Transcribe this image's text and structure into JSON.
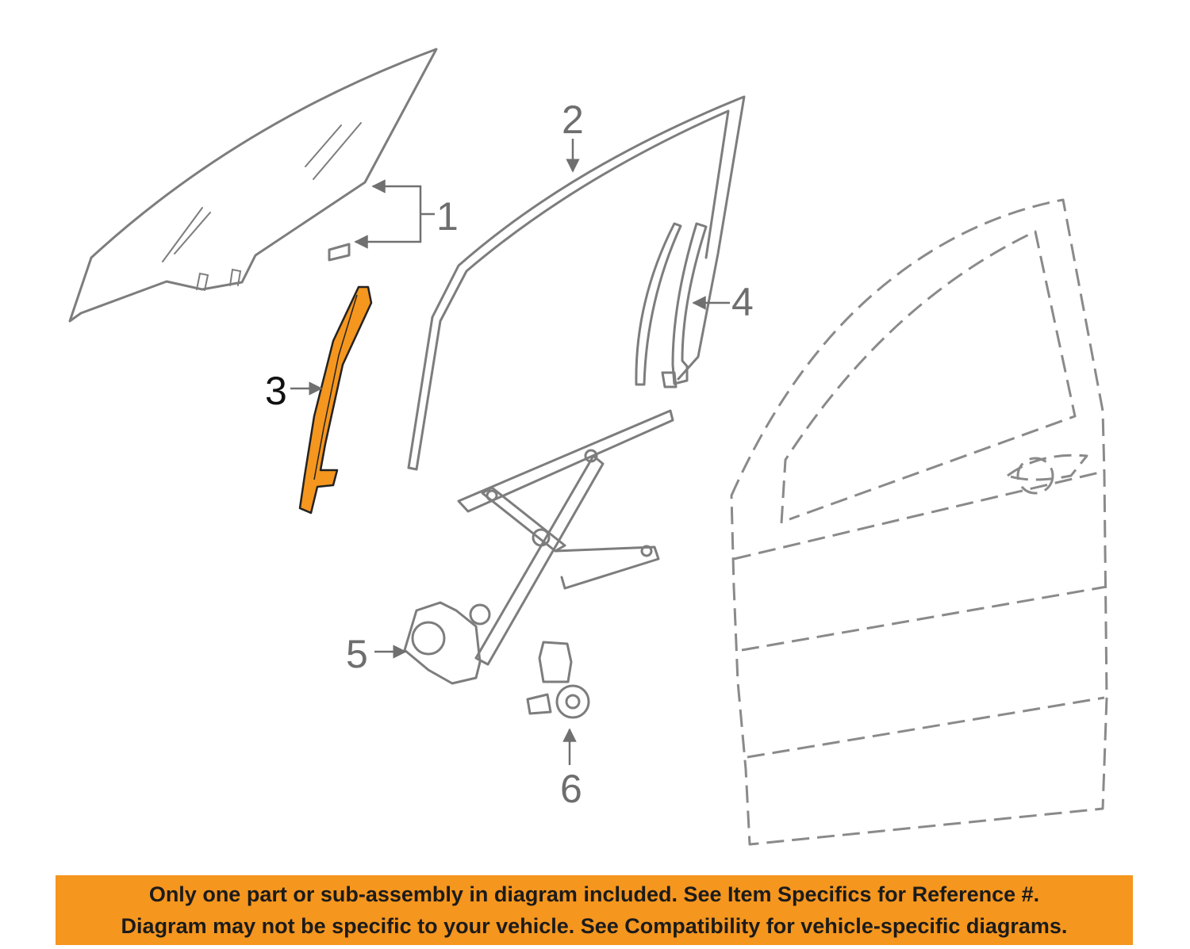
{
  "diagram": {
    "callouts": [
      {
        "id": "1",
        "label": "1"
      },
      {
        "id": "2",
        "label": "2"
      },
      {
        "id": "3",
        "label": "3"
      },
      {
        "id": "4",
        "label": "4"
      },
      {
        "id": "5",
        "label": "5"
      },
      {
        "id": "6",
        "label": "6"
      }
    ],
    "highlight_color": "#f5961e",
    "highlighted_part": "3"
  },
  "banner": {
    "line1": "Only one part or sub-assembly in diagram included. See Item Specifics for Reference #.",
    "line2": "Diagram may not be specific to your vehicle. See Compatibility for vehicle-specific diagrams.",
    "background": "#f5961e"
  }
}
